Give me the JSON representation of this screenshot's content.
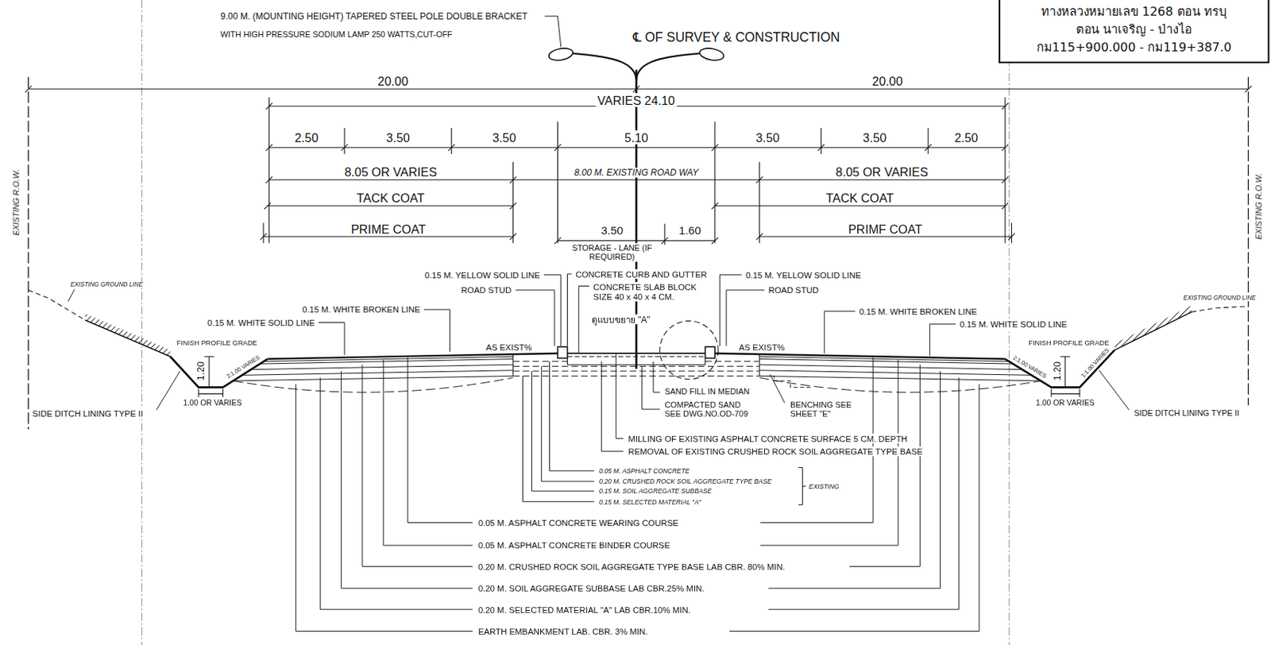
{
  "diagram": {
    "nodes": [
      {
        "text": [
          "ทางหลวงหมายเลข 1268 ตอน ทรบุ",
          "ตอน นาเจริญ - ป่างไอ",
          "กม115+900.000 - กม119+387.0"
        ]
      }
    ],
    "labels": [
      "9.00 M. (MOUNTING HEIGHT) TAPERED STEEL POLE DOUBLE BRACKET",
      "WITH HIGH PRESSURE SODIUM LAMP 250 WATTS,CUT-OFF",
      "℄ OF SURVEY & CONSTRUCTION",
      "20.00",
      "20.00",
      "VARIES 24.10",
      "2.50",
      "3.50",
      "3.50",
      "5.10",
      "3.50",
      "3.50",
      "2.50",
      "8.05 OR VARIES",
      "8.00 M. EXISTING ROAD WAY",
      "8.05 OR VARIES",
      "TACK COAT",
      "TACK COAT",
      "PRIME COAT",
      "PRIMF COAT",
      "3.50",
      "1.60",
      "STORAGE - LANE (IF REQUIRED)",
      "EXISTING R.O.W.",
      "EXISTING R.O.W.",
      "0.15 M. YELLOW SOLID LINE",
      "ROAD STUD",
      "CONCRETE CURB AND GUTTER",
      "CONCRETE SLAB BLOCK SIZE 40 x 40 x 4 CM.",
      "ดูแบบขยาย \"A\"",
      "0.15 M. YELLOW SOLID LINE",
      "ROAD STUD",
      "0.15 M. WHITE BROKEN LINE",
      "0.15 M. WHITE SOLID LINE",
      "0.15 M. WHITE BROKEN LINE",
      "0.15 M. WHITE SOLID LINE",
      "AS EXIST%",
      "AS EXIST%",
      "FINISH PROFILE GRADE",
      "FINISH PROFILE GRADE",
      "EXISTING GROUND LINE",
      "EXISTING GROUND LINE",
      "1.20",
      "1.20",
      "1.00 OR VARIES",
      "1.00 OR VARIES",
      "SIDE DITCH LINING TYPE II",
      "SIDE DITCH LINING TYPE II",
      "2:1.00 VARIES",
      "2:1.00 VARIES",
      "1:1.00 VARIES",
      "SAND FILL IN MEDIAN",
      "COMPACTED SAND SEE DWG.NO.OD-709",
      "BENCHING SEE SHEET \"E\"",
      "MILLING OF EXISTING ASPHALT CONCRETE SURFACE 5 CM. DEPTH",
      "REMOVAL OF EXISTING CRUSHED ROCK SOIL AGGREGATE TYPE BASE",
      "0.05 M. ASPHALT CONCRETE",
      "0.20 M. CRUSHED ROCK SOIL AGGREGATE TYPE BASE",
      "0.15 M. SOIL AGGREGATE SUBBASE",
      "0.15 M. SELECTED MATERIAL \"A\"",
      "EXISTING",
      "0.05 M. ASPHALT CONCRETE WEARING COURSE",
      "0.05 M. ASPHALT CONCRETE BINDER COURSE",
      "0.20 M. CRUSHED ROCK SOIL AGGREGATE TYPE BASE LAB CBR. 80% MIN.",
      "0.20 M. SOIL AGGREGATE SUBBASE LAB CBR.25% MIN.",
      "0.20 M. SELECTED MATERIAL \"A\" LAB CBR.10% MIN.",
      "EARTH EMBANKMENT LAB. CBR. 3% MIN."
    ]
  }
}
